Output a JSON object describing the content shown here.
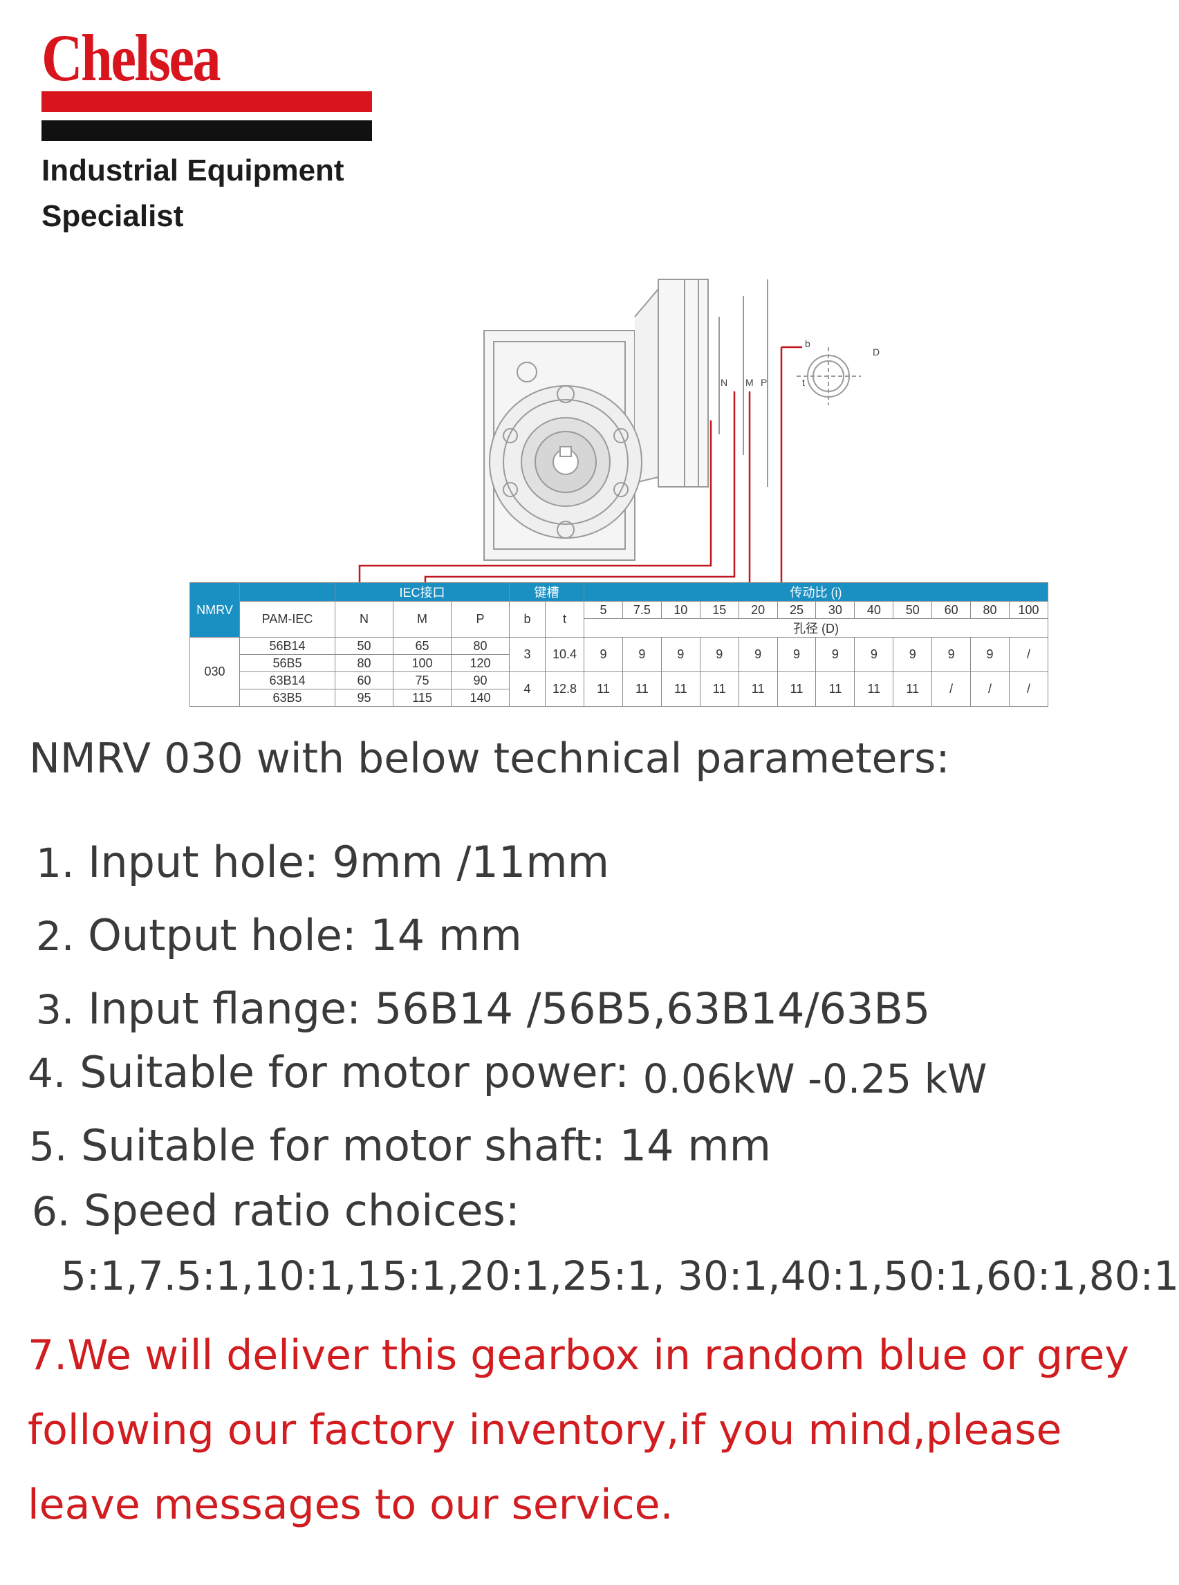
{
  "brand": {
    "name": "Chelsea",
    "tagline_1": "Industrial Equipment",
    "tagline_2": "Specialist",
    "colors": {
      "red": "#d8141c",
      "black": "#111111"
    }
  },
  "drawing": {
    "labels": {
      "b": "b",
      "d": "D",
      "t": "t",
      "n": "N",
      "m": "M",
      "p": "P"
    }
  },
  "spec_table": {
    "model_header": "NMRV",
    "group_iec": "IEC接口",
    "group_key": "键槽",
    "group_ratio": "传动比 (i)",
    "col_pam": "PAM-IEC",
    "col_n": "N",
    "col_m": "M",
    "col_p": "P",
    "col_b": "b",
    "col_t": "t",
    "bore_label": "孔径 (D)",
    "ratios": [
      "5",
      "7.5",
      "10",
      "15",
      "20",
      "25",
      "30",
      "40",
      "50",
      "60",
      "80",
      "100"
    ],
    "model": "030",
    "flanges": [
      {
        "pam": "56B14",
        "n": "50",
        "m": "65",
        "p": "80"
      },
      {
        "pam": "56B5",
        "n": "80",
        "m": "100",
        "p": "120"
      },
      {
        "pam": "63B14",
        "n": "60",
        "m": "75",
        "p": "90"
      },
      {
        "pam": "63B5",
        "n": "95",
        "m": "115",
        "p": "140"
      }
    ],
    "key_rows": [
      {
        "b": "3",
        "t": "10.4",
        "d": [
          "9",
          "9",
          "9",
          "9",
          "9",
          "9",
          "9",
          "9",
          "9",
          "9",
          "9",
          "/"
        ]
      },
      {
        "b": "4",
        "t": "12.8",
        "d": [
          "11",
          "11",
          "11",
          "11",
          "11",
          "11",
          "11",
          "11",
          "11",
          "/",
          "/",
          "/"
        ]
      }
    ]
  },
  "title": "NMRV 030 with below technical parameters:",
  "items": {
    "i1_num": "1.",
    "i1": "Input hole: 9mm /11mm",
    "i2_num": "2.",
    "i2": "Output hole: 14 mm",
    "i3_num": "3.",
    "i3": "Input flange: 56B14 /56B5,63B14/63B5",
    "i4_num": "4.",
    "i4": "Suitable for motor power:",
    "i4_value": "0.06kW -0.25 kW",
    "i5_num": "5.",
    "i5": "Suitable for motor shaft: 14 mm",
    "i6_num": "6.",
    "i6": "Speed ratio choices:",
    "ratios": "5:1,7.5:1,10:1,15:1,20:1,25:1, 30:1,40:1,50:1,60:1,80:1"
  },
  "notice": {
    "text": "7.We will deliver this gearbox in random blue or grey following our factory inventory,if you mind,please leave messages to our service.",
    "color": "#d11c20"
  }
}
